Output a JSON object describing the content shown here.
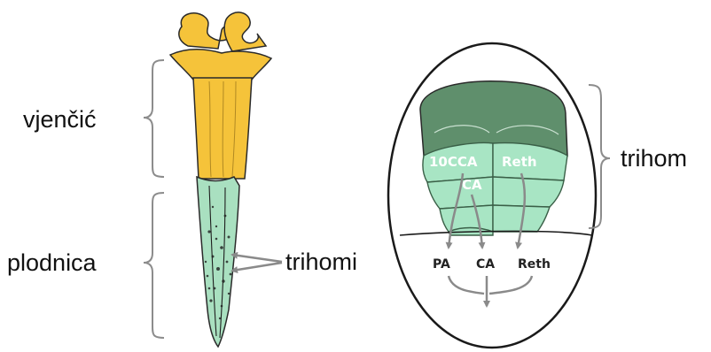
{
  "left_figure": {
    "label_corolla": "vjenčić",
    "label_ovary": "plodnica",
    "label_trichomes": "trihomi"
  },
  "right_figure": {
    "label_trichome": "trihom",
    "cell_labels": {
      "left_cell": "10CCA",
      "right_cell": "Reth",
      "lower_cell": "CA"
    },
    "flow_labels": [
      "PA",
      "CA",
      "Reth"
    ]
  },
  "colors": {
    "petal_yellow": "#f5c33a",
    "ovary_green": "#a9e0c0",
    "cap_green": "#5f8f6c",
    "cell_green": "#a8e5c4",
    "arrow_gray": "#8a8a8a"
  }
}
